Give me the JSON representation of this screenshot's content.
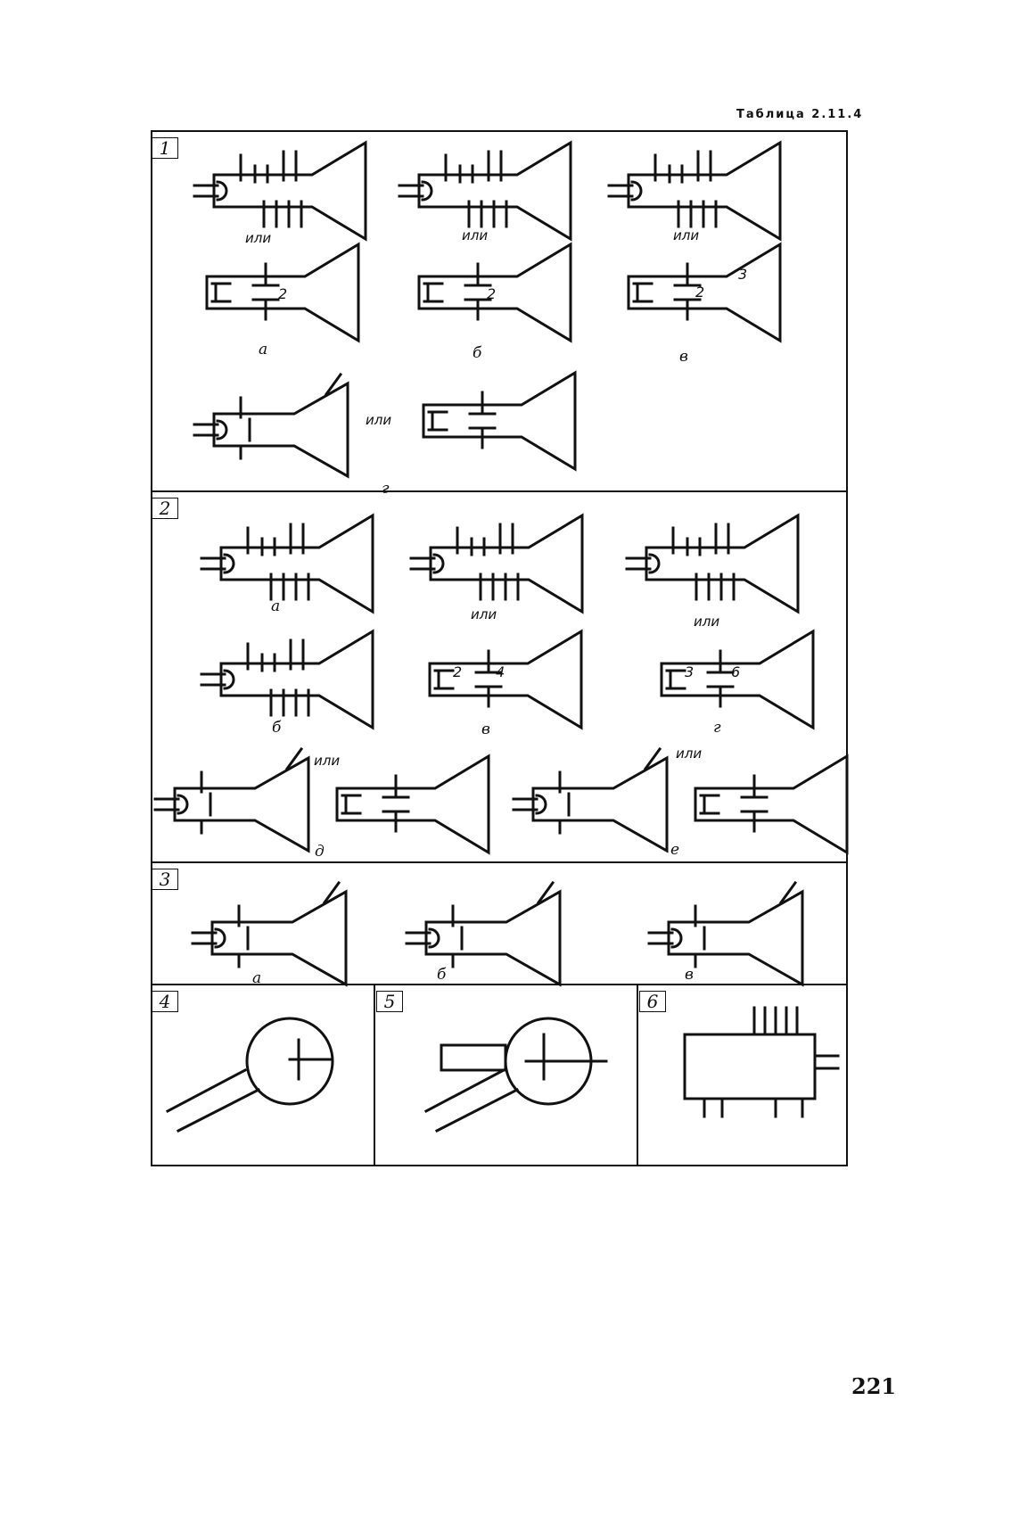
{
  "header": {
    "table_title": "Таблица 2.11.4"
  },
  "page_number": "221",
  "sections": [
    {
      "number": "1",
      "labels": [
        "а",
        "б",
        "в",
        "г"
      ],
      "ili": [
        "или",
        "или",
        "или",
        "или"
      ],
      "numbers": [
        "2",
        "2",
        "2",
        "3"
      ]
    },
    {
      "number": "2",
      "labels": [
        "а",
        "б",
        "в",
        "г",
        "д",
        "е"
      ],
      "ili": [
        "или",
        "или",
        "или",
        "или"
      ],
      "numbers": [
        "2",
        "4",
        "3",
        "6"
      ]
    },
    {
      "number": "3",
      "labels": [
        "а",
        "б",
        "в"
      ]
    },
    {
      "number": "4"
    },
    {
      "number": "5"
    },
    {
      "number": "6"
    }
  ]
}
